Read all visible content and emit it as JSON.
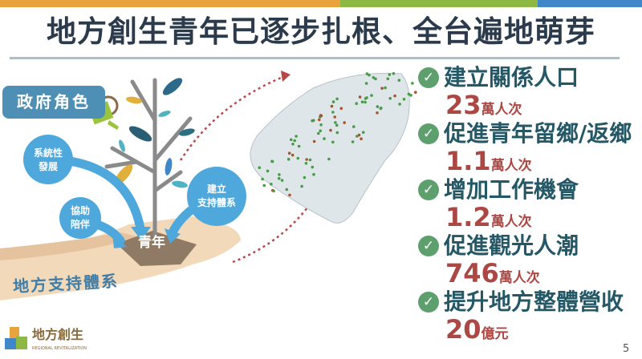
{
  "title": "地方創生青年已逐步扎根、全台遍地萌芽",
  "colors": {
    "orange": "#e8a33c",
    "green": "#8db843",
    "blue": "#3f87c9",
    "title": "#2c3b4c",
    "stat_label": "#245866",
    "stat_value": "#ad4743",
    "check": "#5e9f6e"
  },
  "illustration": {
    "gov_role": "政府角色",
    "bubble_systematic": [
      "系統性",
      "發展"
    ],
    "bubble_assist": [
      "協助",
      "陪伴"
    ],
    "bubble_support": [
      "建立",
      "支持體系"
    ],
    "youth": "青年",
    "local_support": "地方支持體系"
  },
  "stats": [
    {
      "label": "建立關係人口",
      "value": "23",
      "unit": "萬人次"
    },
    {
      "label": "促進青年留鄉/返鄉",
      "value": "1.1",
      "unit": "萬人次"
    },
    {
      "label": "增加工作機會",
      "value": "1.2",
      "unit": "萬人次"
    },
    {
      "label": "促進觀光人潮",
      "value": "746",
      "unit": "萬人次"
    },
    {
      "label": "提升地方整體營收",
      "value": "20",
      "unit": "億元"
    }
  ],
  "logo": {
    "text": "地方創生",
    "subtext": "REGIONAL REVITALIZATION"
  },
  "page_number": "5"
}
